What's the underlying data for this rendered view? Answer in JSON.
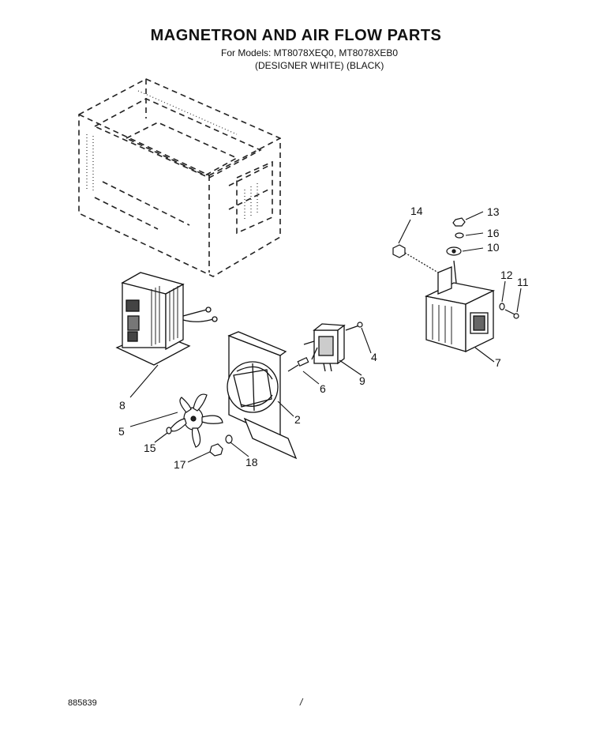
{
  "header": {
    "title": "MAGNETRON AND AIR FLOW PARTS",
    "models_line": "For Models: MT8078XEQ0, MT8078XEB0",
    "colors_line": "(DESIGNER WHITE)    (BLACK)"
  },
  "callouts": {
    "c2": "2",
    "c4": "4",
    "c5": "5",
    "c6": "6",
    "c7": "7",
    "c8": "8",
    "c9": "9",
    "c10": "10",
    "c11": "11",
    "c12": "12",
    "c13": "13",
    "c14": "14",
    "c15": "15",
    "c16": "16",
    "c17": "17",
    "c18": "18"
  },
  "footer": {
    "code": "885839",
    "page": "/"
  }
}
